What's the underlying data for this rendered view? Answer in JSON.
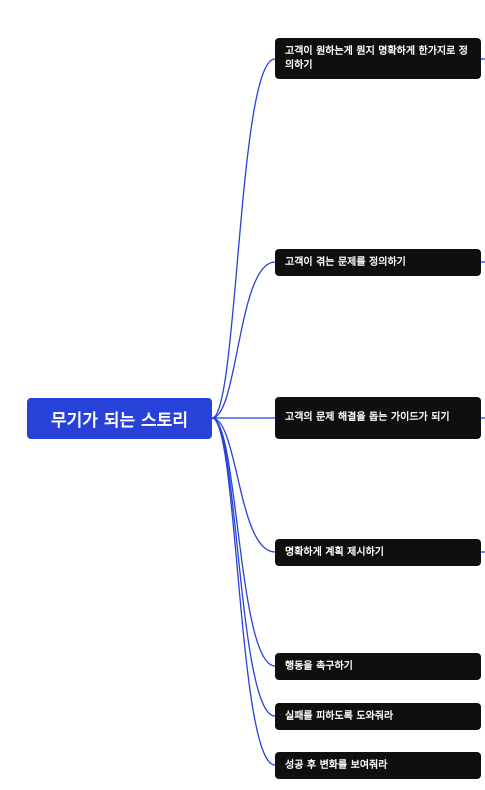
{
  "root": {
    "label": "무기가 되는 스토리"
  },
  "branches": [
    {
      "label": "고객이 원하는게 뭔지 명확하게 한가지로 정의하기"
    },
    {
      "label": "고객이 겪는 문제를 정의하기"
    },
    {
      "label": "고객의 문제 해결을 돕는 가이드가 되기"
    },
    {
      "label": "명확하게 계획 제시하기"
    },
    {
      "label": "행동을 촉구하기"
    },
    {
      "label": "실패를 피하도록 도와줘라"
    },
    {
      "label": "성공 후 변화를 보여줘라"
    }
  ],
  "colors": {
    "root_fill": "#2741d9",
    "node_fill": "#0f0f0f",
    "connector": "#2741d9"
  }
}
